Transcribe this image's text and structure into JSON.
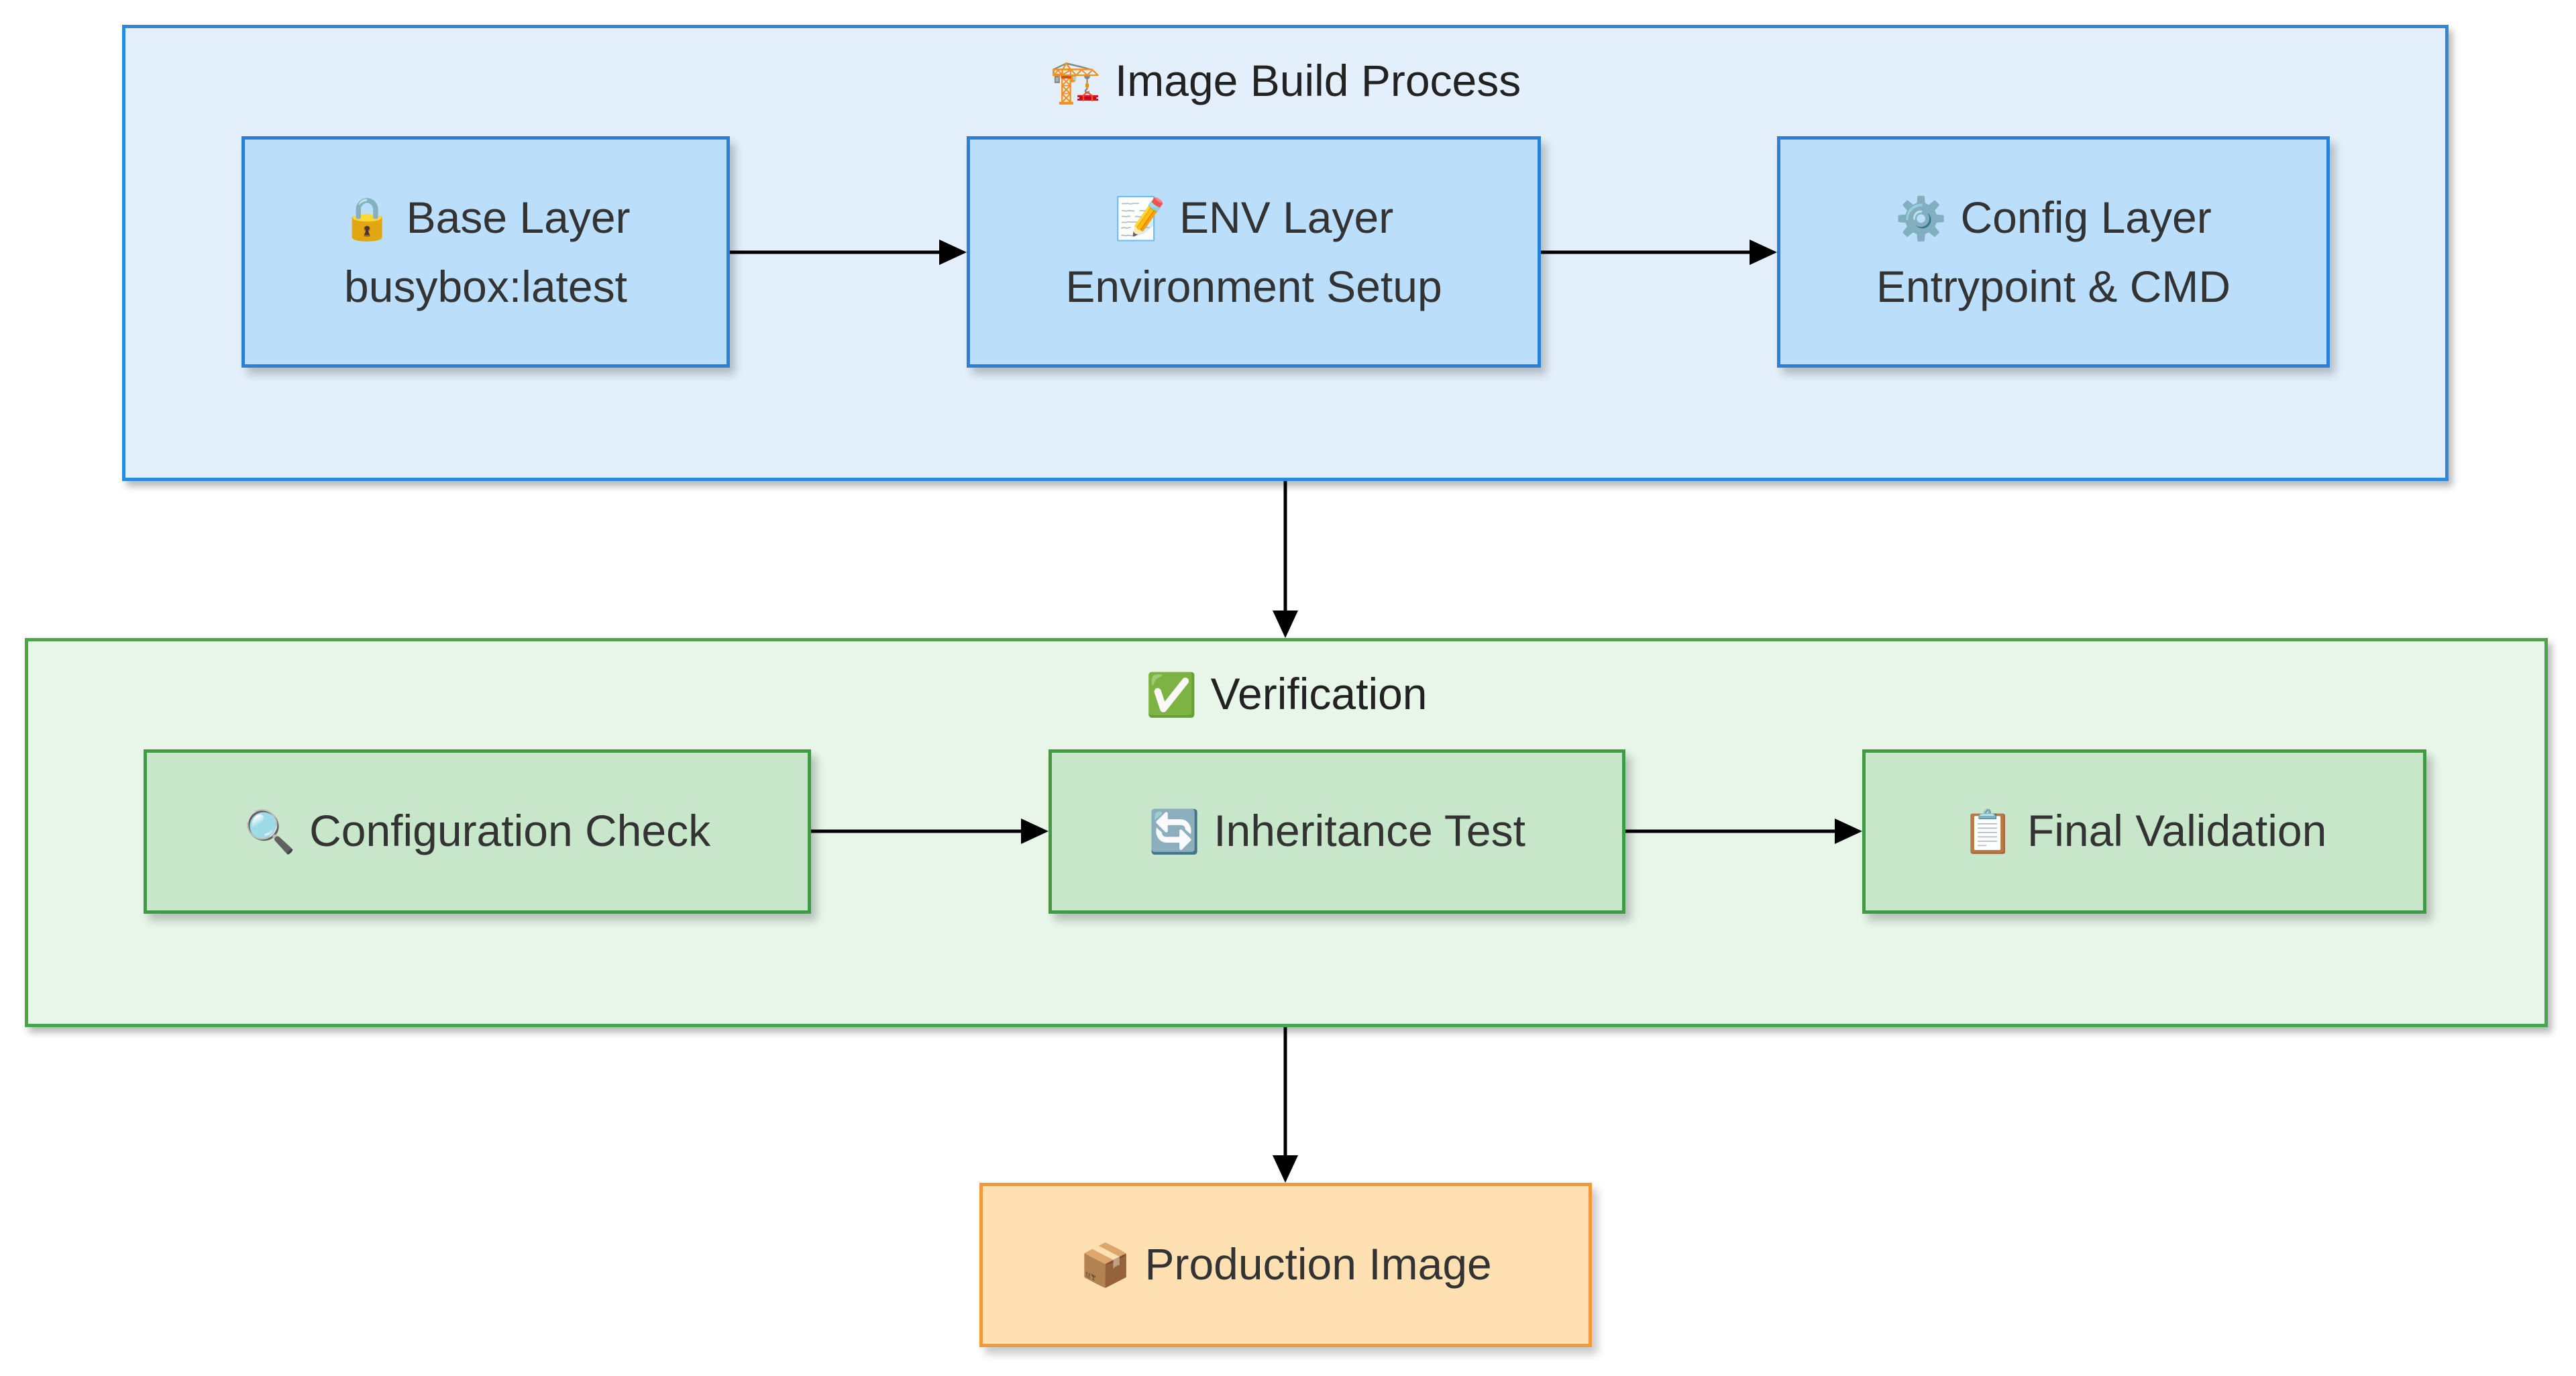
{
  "diagram": {
    "groups": {
      "build": {
        "title": "Image Build Process",
        "icon": "crane-icon",
        "glyph": "🏗️"
      },
      "verify": {
        "title": "Verification",
        "icon": "check-mark-icon",
        "glyph": "✅"
      }
    },
    "nodes": {
      "base": {
        "line1": "Base Layer",
        "line2": "busybox:latest",
        "icon": "lock-icon",
        "glyph": "🔒"
      },
      "env": {
        "line1": "ENV Layer",
        "line2": "Environment Setup",
        "icon": "memo-icon",
        "glyph": "📝"
      },
      "config": {
        "line1": "Config Layer",
        "line2": "Entrypoint & CMD",
        "icon": "gear-icon",
        "glyph": "⚙️"
      },
      "check": {
        "line1": "Configuration Check",
        "icon": "magnifier-icon",
        "glyph": "🔍"
      },
      "inherit": {
        "line1": "Inheritance Test",
        "icon": "cycle-arrows-icon",
        "glyph": "🔄"
      },
      "final": {
        "line1": "Final Validation",
        "icon": "clipboard-icon",
        "glyph": "📋"
      },
      "prod": {
        "line1": "Production Image",
        "icon": "package-icon",
        "glyph": "📦"
      }
    },
    "colors": {
      "build_fill": "#e3f0fb",
      "build_border": "#2b8ae0",
      "verify_fill": "#e8f5e9",
      "verify_border": "#47a84b",
      "blue_node": "#bbdefb",
      "green_node": "#c8e6c9",
      "orange_node": "#ffe0b2",
      "arrow": "#000000"
    }
  }
}
